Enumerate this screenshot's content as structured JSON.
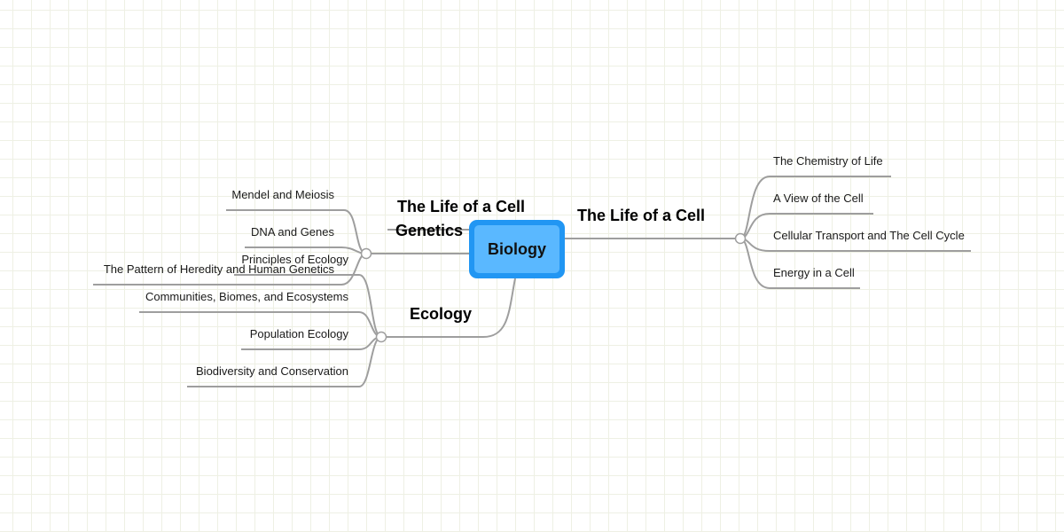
{
  "mindmap": {
    "root": {
      "label": "Biology"
    },
    "branches": {
      "right": {
        "label": "The Life of a Cell",
        "topics": [
          "The Chemistry of Life",
          "A View of the Cell",
          "Cellular Transport and The Cell Cycle",
          "Energy in a Cell"
        ]
      },
      "upper_left": {
        "label": "The Life of a Cell",
        "label_2": "Genetics",
        "topics": [
          "Mendel and Meiosis",
          "DNA and Genes",
          "The Pattern of Heredity and Human Genetics"
        ]
      },
      "lower_left": {
        "label": "Ecology",
        "topics": [
          "Principles of Ecology",
          "Communities, Biomes, and Ecosystems",
          "Population Ecology",
          "Biodiversity and Conservation"
        ]
      }
    }
  },
  "colors": {
    "connector": "#9e9e9e",
    "root_outer": "#2196f3",
    "root_inner": "#5ab8ff",
    "grid": "#eef0e4"
  }
}
